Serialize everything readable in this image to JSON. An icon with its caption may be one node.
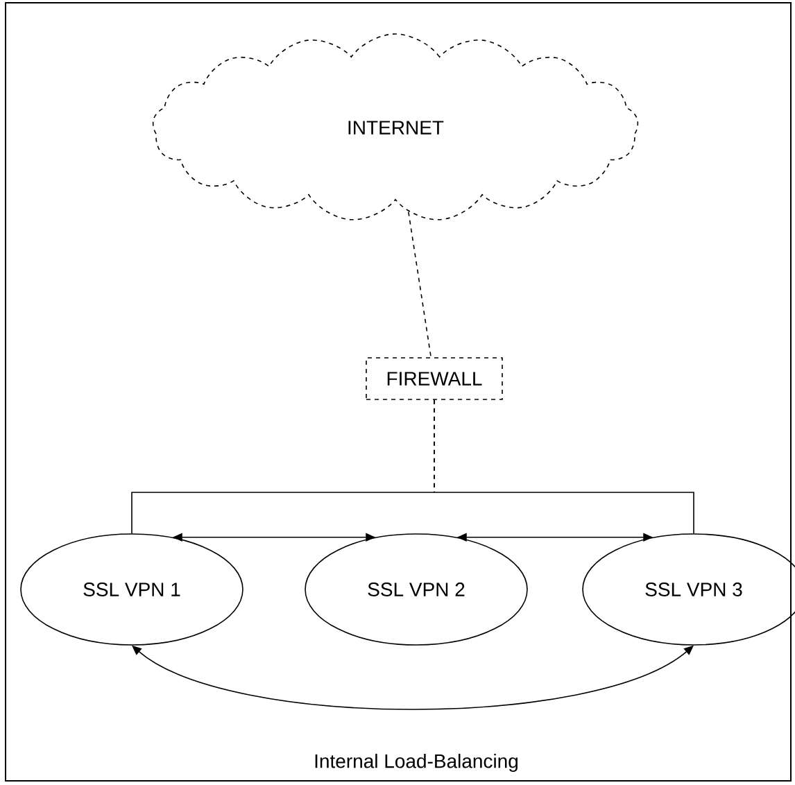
{
  "diagram": {
    "nodes": [
      {
        "text": [
          "INTERNET"
        ]
      },
      {
        "text": [
          "FIREWALL"
        ]
      },
      {
        "text": [
          "SSL VPN 1"
        ]
      },
      {
        "text": [
          "SSL VPN 2"
        ]
      },
      {
        "text": [
          "SSL VPN 3"
        ]
      }
    ],
    "edges": [
      {
        "from": 0,
        "to": 1,
        "arrow": "none",
        "style": "dashed"
      },
      {
        "from": 1,
        "to": 2,
        "arrow": "none"
      },
      {
        "from": 1,
        "to": 4,
        "arrow": "none"
      },
      {
        "from": 2,
        "to": 3,
        "arrow": "both"
      },
      {
        "from": 3,
        "to": 4,
        "arrow": "both"
      },
      {
        "from": 2,
        "to": 4,
        "arrow": "both"
      }
    ],
    "labels": [
      "Internal Load-Balancing"
    ]
  }
}
